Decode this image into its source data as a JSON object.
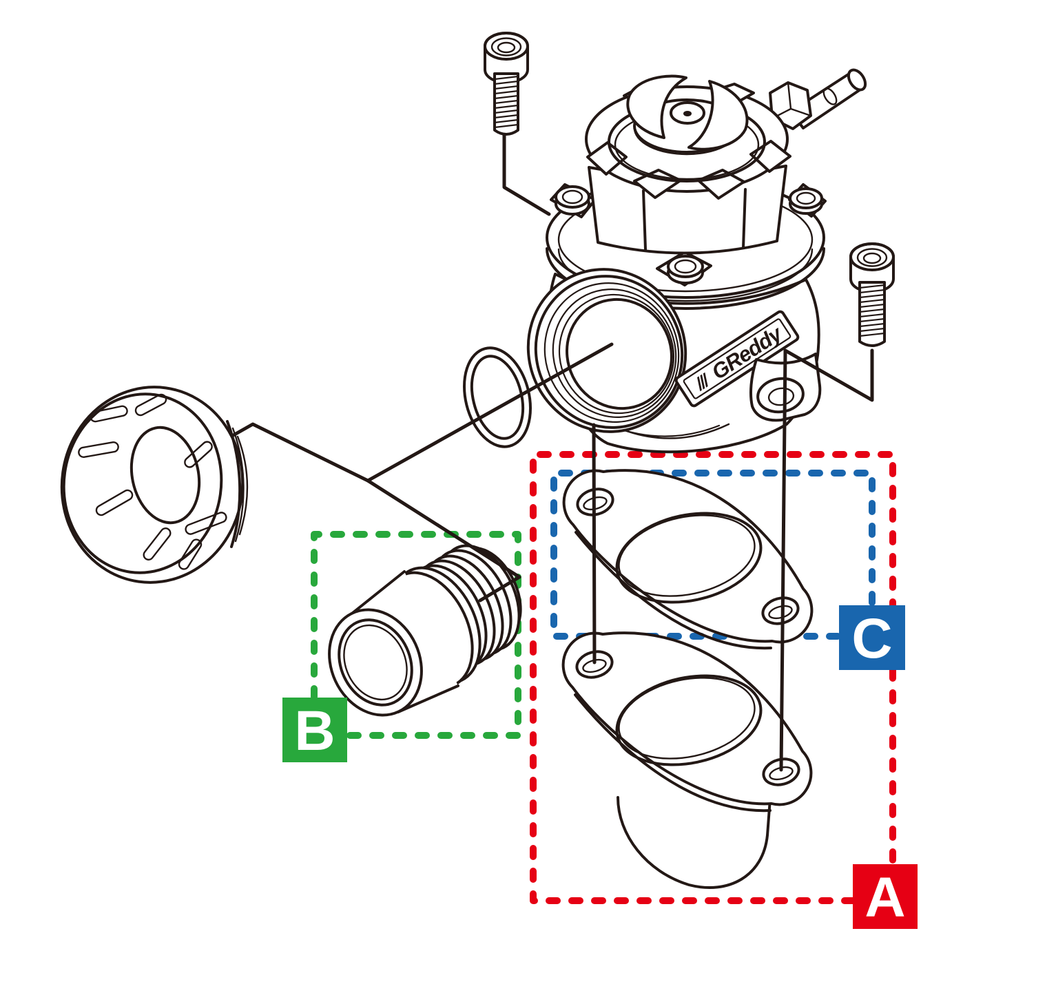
{
  "diagram": {
    "background": "#ffffff",
    "line_color": "#231815",
    "brand": {
      "prefix": "///",
      "name": "GReddy"
    },
    "callouts": {
      "a": {
        "letter": "A",
        "color": "#e60014"
      },
      "b": {
        "letter": "B",
        "color": "#28a83c"
      },
      "c": {
        "letter": "C",
        "color": "#1966ae"
      }
    }
  }
}
